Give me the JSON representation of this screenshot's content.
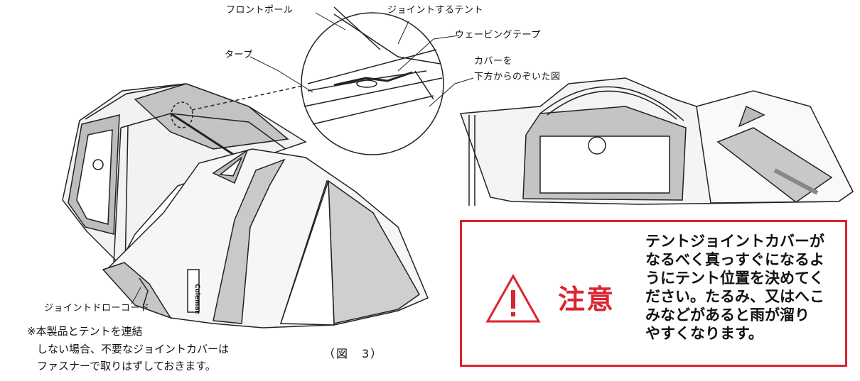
{
  "labels": {
    "front_pole": "フロントポール",
    "joint_tent": "ジョイントするテント",
    "webbing_tape": "ウェービングテープ",
    "tarp": "タープ",
    "cover_view_line1": "カバーを",
    "cover_view_line2": "下方からのぞいた図",
    "joint_draw_cord": "ジョイントドローコード"
  },
  "note": {
    "line1": "※本製品とテントを連結",
    "line2": "しない場合、不要なジョイントカバーは",
    "line3": "ファスナーで取りはずしておきます。"
  },
  "figure_caption": "（図　3）",
  "warning": {
    "title": "注意",
    "lines": [
      "テントジョイントカバーが",
      "なるべく真っすぐになるよ",
      "うにテント位置を決めてく",
      "ださい。たるみ、又はへこ",
      "みなどがあると雨が溜り",
      "やすくなります。"
    ],
    "accent_color": "#d9252f"
  },
  "brand": {
    "logo_text": "Coleman"
  }
}
